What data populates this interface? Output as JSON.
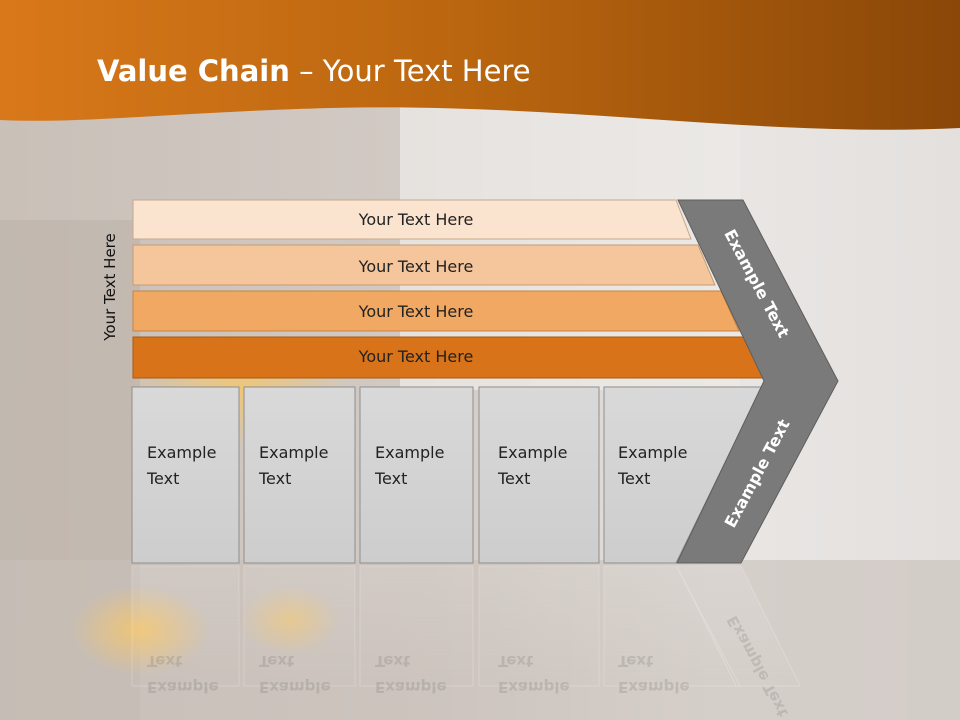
{
  "slide": {
    "title_bold": "Value Chain",
    "title_rest": " – Your Text Here",
    "side_label": "Your Text Here"
  },
  "rows": [
    {
      "label": "Your Text Here",
      "color": "#fae3cf"
    },
    {
      "label": "Your Text Here",
      "color": "#f5c59c"
    },
    {
      "label": "Your Text Here",
      "color": "#f0a862"
    },
    {
      "label": "Your Text Here",
      "color": "#d8731a"
    }
  ],
  "boxes": [
    {
      "line1": "Example",
      "line2": "Text"
    },
    {
      "line1": "Example",
      "line2": "Text"
    },
    {
      "line1": "Example",
      "line2": "Text"
    },
    {
      "line1": "Example",
      "line2": "Text"
    },
    {
      "line1": "Example",
      "line2": "Text"
    }
  ],
  "chevron": {
    "upper_label": "Example Text",
    "lower_label": "Example Text",
    "color": "#7a7a7a"
  },
  "colors": {
    "header_orange": "#c9670f",
    "box_fill": "#d4d4d4"
  }
}
